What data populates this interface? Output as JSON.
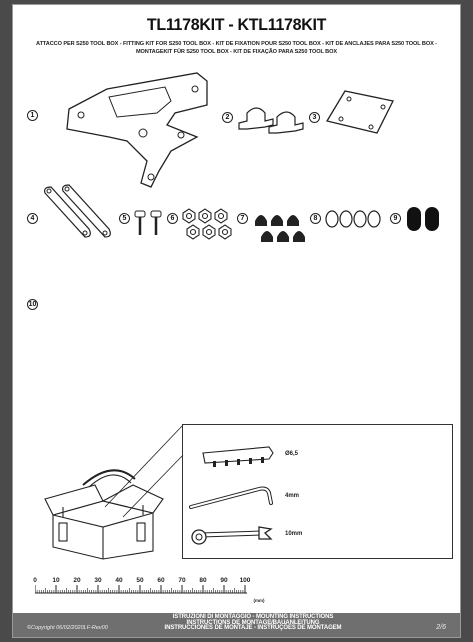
{
  "header": {
    "title": "TL1178KIT - KTL1178KIT",
    "subtitle_line1": "ATTACCO PER S250 TOOL BOX - FITTING KIT FOR S250 TOOL BOX - KIT DE FIXATION POUR S250 TOOL BOX - KIT DE ANCLAJES PARA S250 TOOL BOX -",
    "subtitle_line2": "MONTAGEKIT FÜR S250 TOOL BOX - KIT DE FIXAÇÃO PARA S250 TOOL BOX"
  },
  "parts": [
    {
      "number": "1"
    },
    {
      "number": "2"
    },
    {
      "number": "3"
    },
    {
      "number": "4"
    },
    {
      "number": "5"
    },
    {
      "number": "6"
    },
    {
      "number": "7"
    },
    {
      "number": "8"
    },
    {
      "number": "9"
    },
    {
      "number": "10"
    }
  ],
  "tools": [
    {
      "label": "Ø6,5",
      "icon": "hex-key-set-icon"
    },
    {
      "label": "4mm",
      "icon": "allen-key-icon"
    },
    {
      "label": "10mm",
      "icon": "combination-wrench-icon"
    }
  ],
  "ruler": {
    "ticks": [
      "0",
      "10",
      "20",
      "30",
      "40",
      "50",
      "60",
      "70",
      "80",
      "90",
      "100"
    ],
    "unit": "(mm)"
  },
  "footer": {
    "copyright": "©Copyright 06/02/2020LF-Rev00",
    "line1": "ISTRUZIONI DI MONTAGGIO - MOUNTING INSTRUCTIONS",
    "line2": "INSTRUCTIONS DE MONTAGE/BAUANLEITUNG",
    "line3": "INSTRUCCIONES DE MONTAJE - INSTRUÇÕES DE MONTAGEM",
    "page": "2/6"
  },
  "colors": {
    "footer_bg": "#6f6f6f",
    "page_bg": "#ffffff",
    "line": "#222222"
  }
}
